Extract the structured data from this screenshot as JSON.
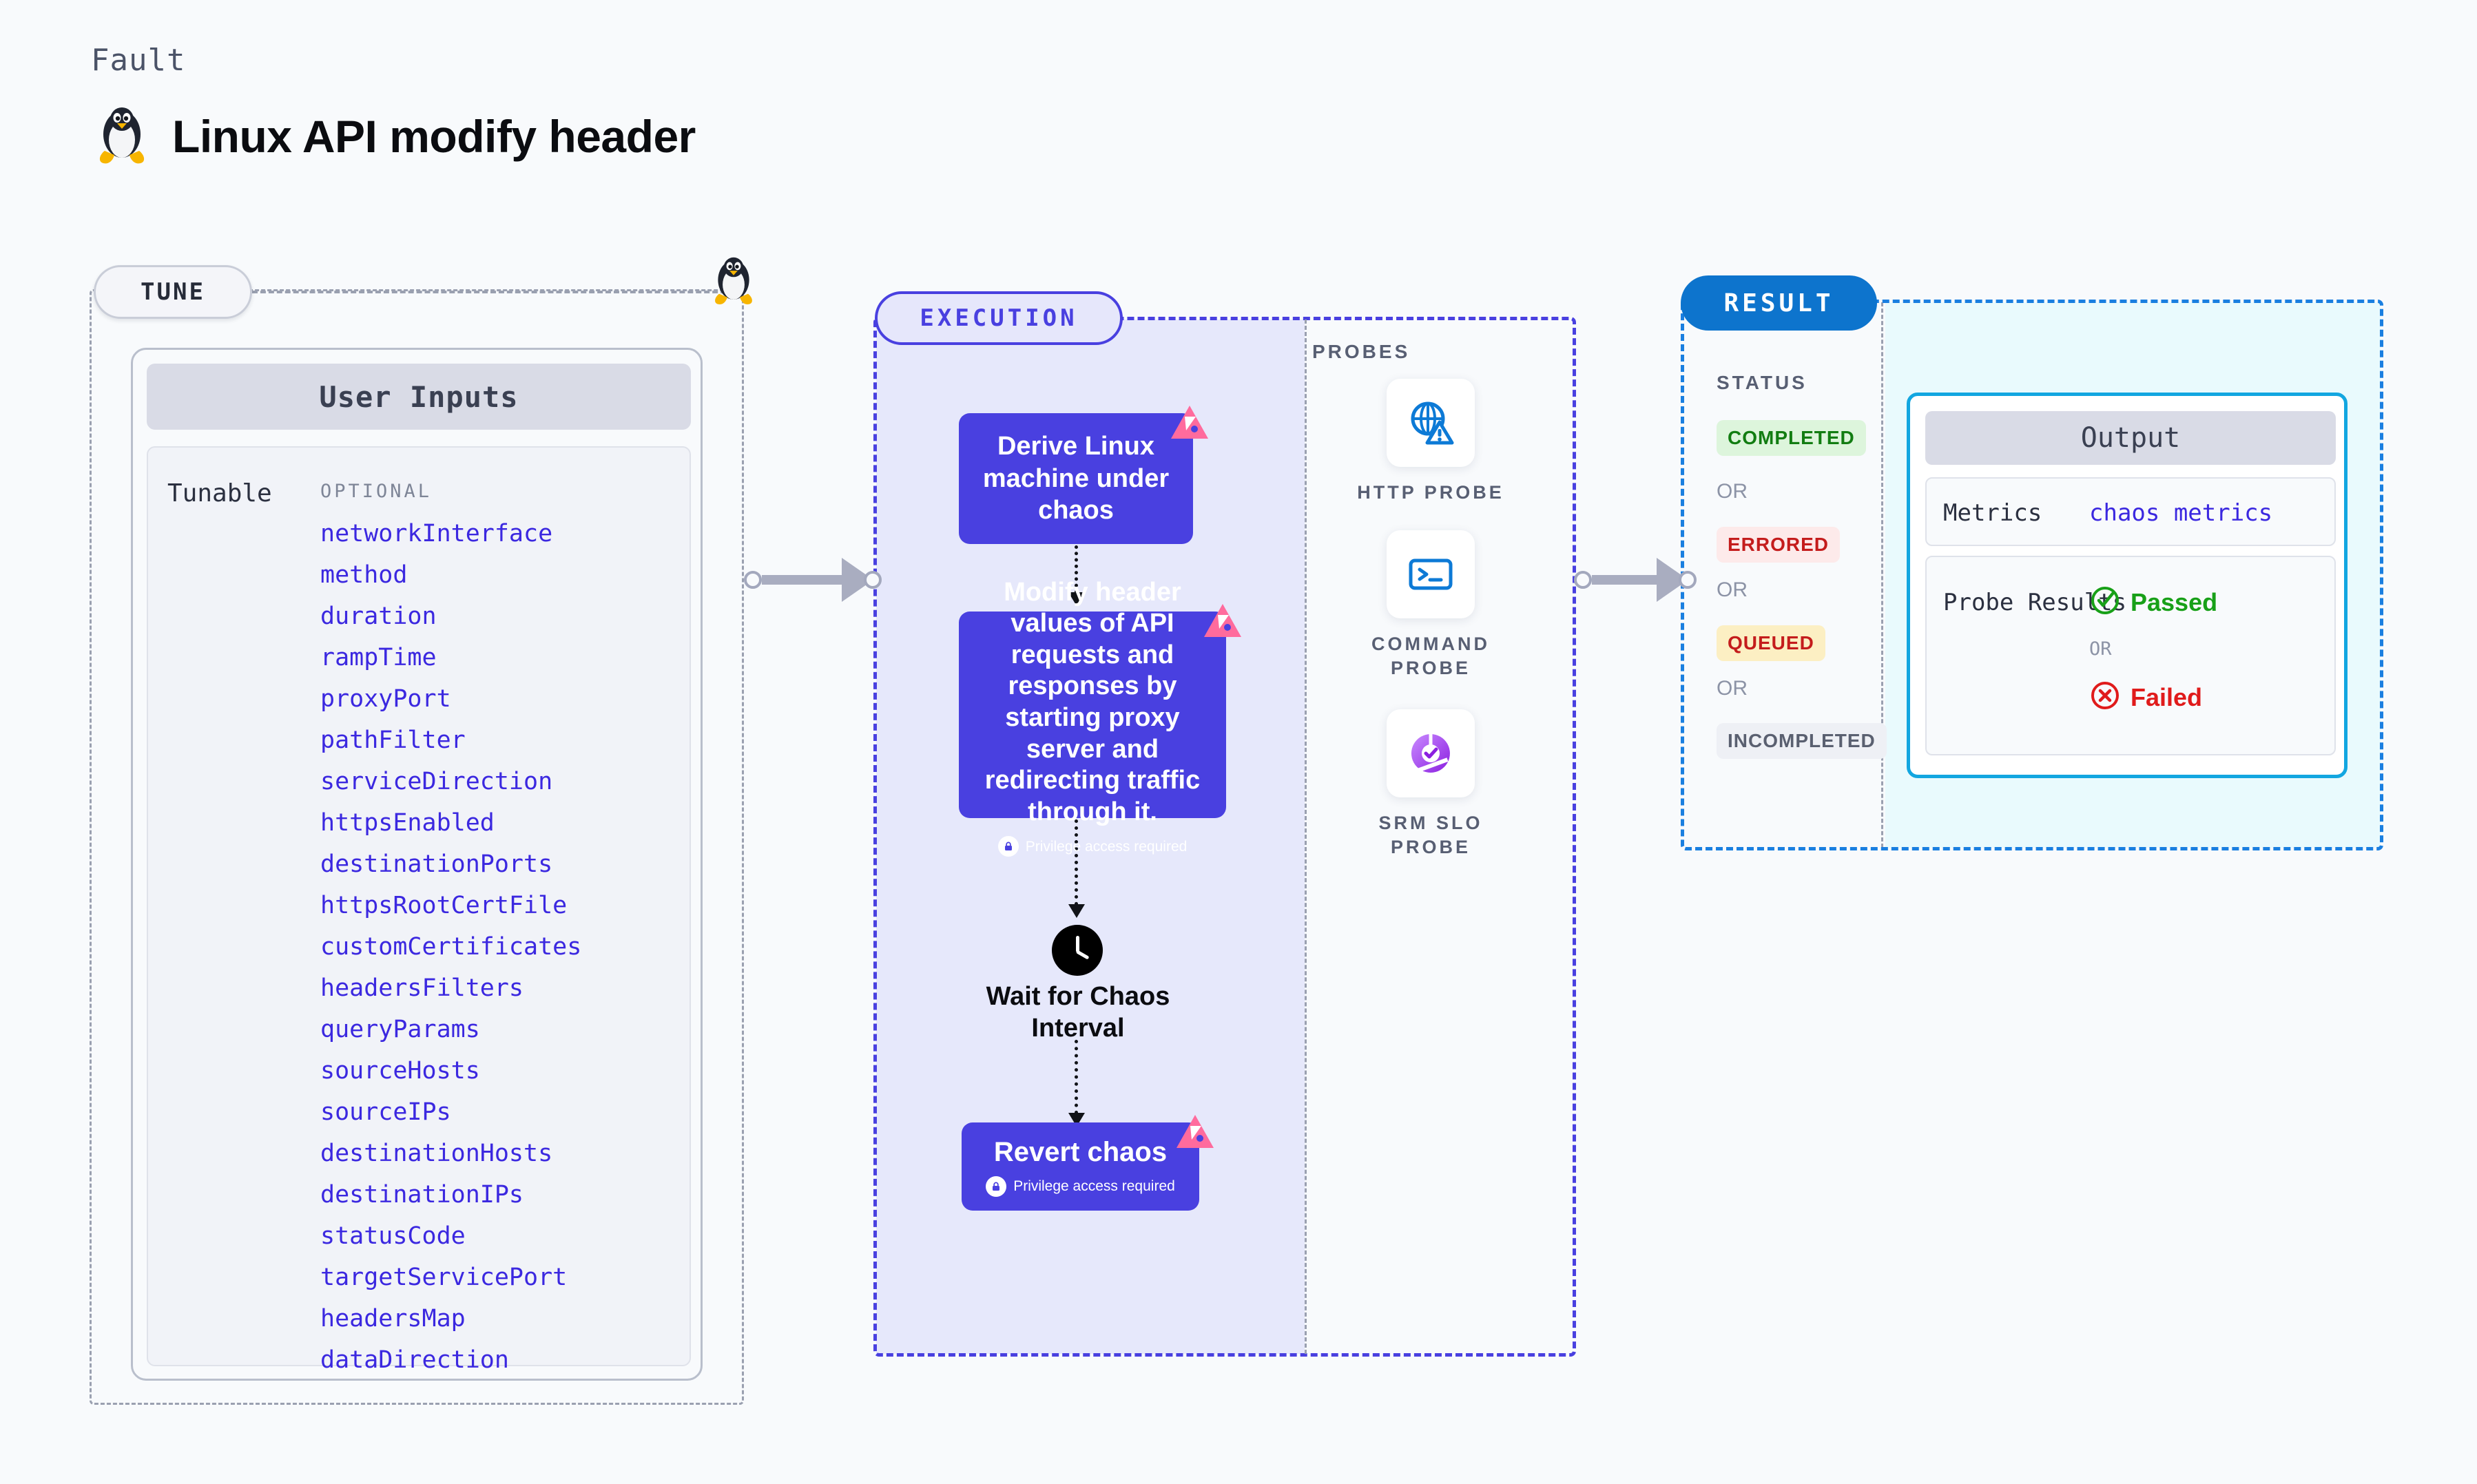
{
  "header": {
    "kicker": "Fault",
    "title": "Linux API modify header",
    "icon": "linux-penguin-icon"
  },
  "tune": {
    "badge": "TUNE",
    "card_title": "User Inputs",
    "group_label": "Tunable",
    "optional_label": "OPTIONAL",
    "tunables": [
      "networkInterface",
      "method",
      "duration",
      "rampTime",
      "proxyPort",
      "pathFilter",
      "serviceDirection",
      "httpsEnabled",
      "destinationPorts",
      "httpsRootCertFile",
      "customCertificates",
      "headersFilters",
      "queryParams",
      "sourceHosts",
      "sourceIPs",
      "destinationHosts",
      "destinationIPs",
      "statusCode",
      "targetServicePort",
      "headersMap",
      "dataDirection"
    ]
  },
  "execution": {
    "badge": "EXECUTION",
    "nodes": [
      {
        "label": "Derive Linux machine under chaos",
        "privilege": null
      },
      {
        "label": "Modify header values of API requests and responses by starting proxy server and redirecting traffic through it.",
        "privilege": "Privilege access required"
      }
    ],
    "wait_step": {
      "label": "Wait for Chaos Interval",
      "icon": "clock-icon"
    },
    "revert": {
      "label": "Revert chaos",
      "privilege": "Privilege access required"
    }
  },
  "probes": {
    "label": "PROBES",
    "items": [
      {
        "name": "HTTP PROBE",
        "icon": "globe-warning-icon"
      },
      {
        "name": "COMMAND PROBE",
        "icon": "terminal-icon"
      },
      {
        "name": "SRM SLO PROBE",
        "icon": "slo-donut-check-icon"
      }
    ]
  },
  "result": {
    "badge": "RESULT",
    "status_label": "STATUS",
    "or_label": "OR",
    "statuses": [
      {
        "label": "COMPLETED",
        "color": "#127d12",
        "bg": "#ddf5dc"
      },
      {
        "label": "ERRORED",
        "color": "#c41c1c",
        "bg": "#fdeaea"
      },
      {
        "label": "QUEUED",
        "color": "#c41c1c",
        "bg": "#fcefc3"
      },
      {
        "label": "INCOMPLETED",
        "color": "#5a6070",
        "bg": "#eef0f5"
      }
    ],
    "output": {
      "title": "Output",
      "metrics_key": "Metrics",
      "metrics_value": "chaos metrics",
      "probe_key": "Probe Results",
      "passed_label": "Passed",
      "failed_label": "Failed",
      "or_label": "OR"
    }
  },
  "colors": {
    "accent_purple": "#4940e0",
    "accent_blue": "#0d74cd",
    "accent_cyan": "#12a6e0",
    "tunable_link": "#3b28e0",
    "pink_badge": "#ff6b9d",
    "passed_green": "#18a018",
    "failed_red": "#e01b1b",
    "page_bg": "#f8fafc"
  }
}
